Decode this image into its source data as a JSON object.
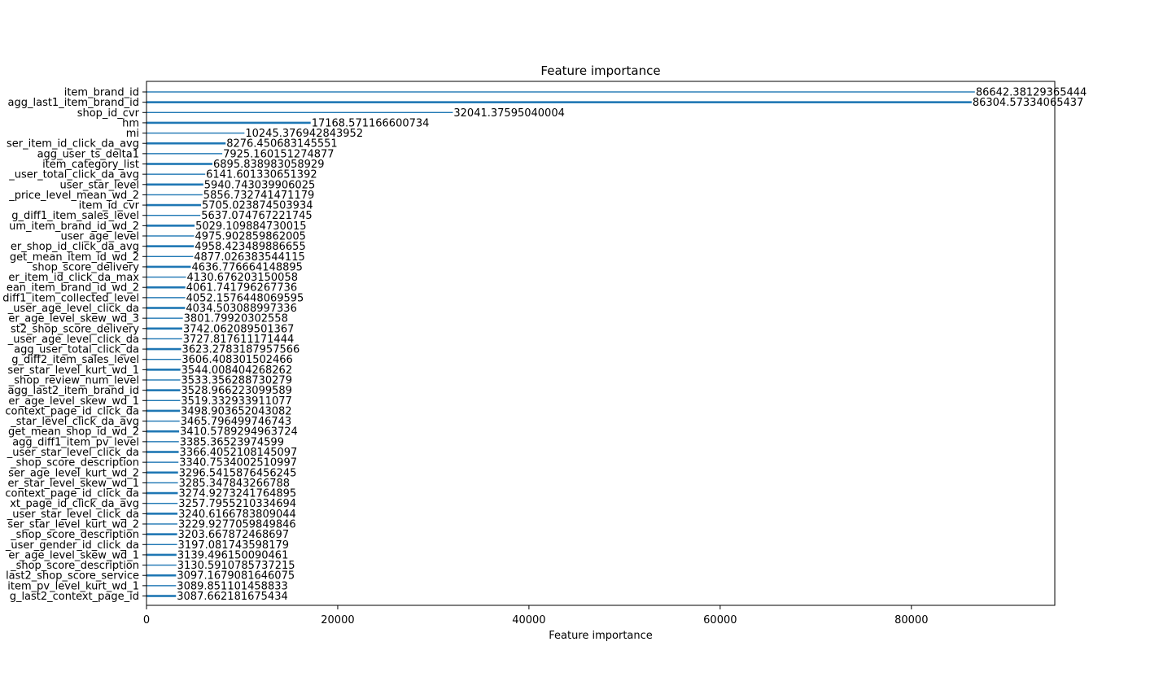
{
  "chart_data": {
    "type": "bar",
    "orientation": "horizontal",
    "title": "Feature importance",
    "xlabel": "Feature importance",
    "ylabel": "",
    "xlim": [
      0,
      95000
    ],
    "xticks": [
      0,
      20000,
      40000,
      60000,
      80000
    ],
    "grid": false,
    "legend": "none",
    "bar_color": "#1f77b4",
    "categories": [
      "item_brand_id",
      "agg_last1_item_brand_id",
      "shop_id_cvr",
      "hm",
      "mi",
      "ser_item_id_click_da_avg",
      "agg_user_ts_delta1",
      "item_category_list",
      "_user_total_click_da_avg",
      "user_star_level",
      "_price_level_mean_wd_2",
      "item_id_cvr",
      "g_diff1_item_sales_level",
      "um_item_brand_id_wd_2",
      "user_age_level",
      "er_shop_id_click_da_avg",
      "get_mean_item_id_wd_2",
      "shop_score_delivery",
      "er_item_id_click_da_max",
      "ean_item_brand_id_wd_2",
      "diff1_item_collected_level",
      "_user_age_level_click_da",
      "er_age_level_skew_wd_3",
      "st2_shop_score_delivery",
      "_user_age_level_click_da",
      "agg_user_total_click_da",
      "g_diff2_item_sales_level",
      "ser_star_level_kurt_wd_1",
      "_shop_review_num_level",
      "agg_last2_item_brand_id",
      "er_age_level_skew_wd_1",
      "context_page_id_click_da",
      "_star_level_click_da_avg",
      "get_mean_shop_id_wd_2",
      "agg_diff1_item_pv_level",
      "_user_star_level_click_da",
      "_shop_score_description",
      "ser_age_level_kurt_wd_2",
      "er_star_level_skew_wd_1",
      "context_page_id_click_da",
      "xt_page_id_click_da_avg",
      "_user_star_level_click_da",
      "ser_star_level_kurt_wd_2",
      "_shop_score_description",
      "_user_gender_id_click_da",
      "er_age_level_skew_wd_1",
      "_shop_score_description",
      "last2_shop_score_service",
      "item_pv_level_kurt_wd_1",
      "g_last2_context_page_id"
    ],
    "values": [
      86642.38129365444,
      86304.57334065437,
      32041.37595040004,
      17168.571166600734,
      10245.376942843952,
      8276.450683145551,
      7925.160151274877,
      6895.838983058929,
      6141.601330651392,
      5940.743039906025,
      5856.732741471179,
      5705.023874503934,
      5637.074767221745,
      5029.109884730015,
      4975.902859862005,
      4958.423489886655,
      4877.026383544115,
      4636.776664148895,
      4130.676203150058,
      4061.741796267736,
      4052.1576448069595,
      4034.503088997336,
      3801.79920302558,
      3742.062089501367,
      3727.817611171444,
      3623.2783187957566,
      3606.408301502466,
      3544.008404268262,
      3533.356288730279,
      3528.966223099589,
      3519.332933911077,
      3498.903652043082,
      3465.796499746743,
      3410.5789294963724,
      3385.36523974599,
      3366.4052108145097,
      3340.7534002510997,
      3296.5415876456245,
      3285.347843266788,
      3274.9273241764895,
      3257.7955210334694,
      3240.6166783809044,
      3229.9277059849846,
      3203.667872468697,
      3197.081743598179,
      3139.496150090461,
      3130.5910785737215,
      3097.1679081646075,
      3089.851101458833,
      3087.662181675434
    ],
    "data_labels": [
      "86642.38129365444",
      "86304.57334065437",
      "32041.37595040004",
      "17168.571166600734",
      "10245.376942843952",
      "8276.450683145551",
      "7925.160151274877",
      "6895.838983058929",
      "6141.601330651392",
      "5940.743039906025",
      "5856.732741471179",
      "5705.023874503934",
      "5637.074767221745",
      "5029.109884730015",
      "4975.902859862005",
      "4958.423489886655",
      "4877.026383544115",
      "4636.776664148895",
      "4130.676203150058",
      "4061.741796267736",
      "4052.1576448069595",
      "4034.503088997336",
      "3801.79920302558",
      "3742.062089501367",
      "3727.817611171444",
      "3623.2783187957566",
      "3606.408301502466",
      "3544.008404268262",
      "3533.356288730279",
      "3528.966223099589",
      "3519.332933911077",
      "3498.903652043082",
      "3465.796499746743",
      "3410.5789294963724",
      "3385.36523974599",
      "3366.4052108145097",
      "3340.7534002510997",
      "3296.5415876456245",
      "3285.347843266788",
      "3274.9273241764895",
      "3257.7955210334694",
      "3240.6166783809044",
      "3229.9277059849846",
      "3203.667872468697",
      "3197.081743598179",
      "3139.496150090461",
      "3130.5910785737215",
      "3097.1679081646075",
      "3089.851101458833",
      "3087.662181675434"
    ]
  }
}
